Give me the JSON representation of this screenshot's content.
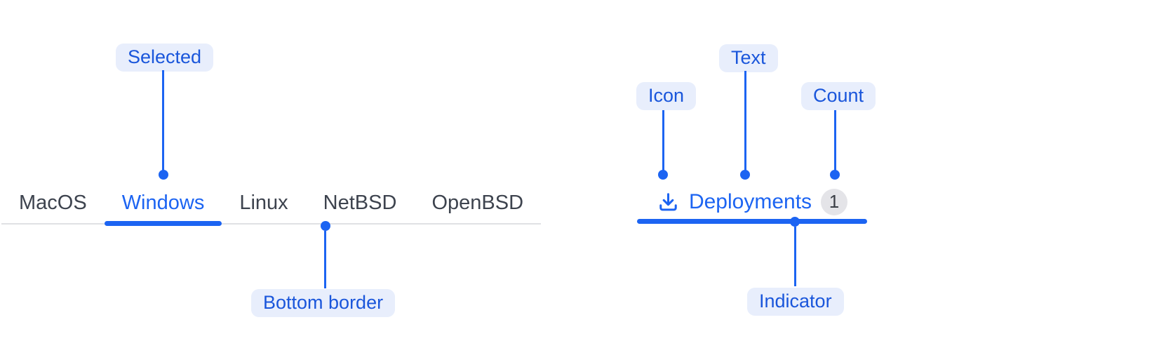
{
  "colors": {
    "accent_blue": "#1c64f2",
    "annotation_text_blue": "#1a56db",
    "annotation_pill_bg": "#e8eefc",
    "inactive_tab_text": "#3d434e",
    "tabbar_border_gray": "#e0e1e4",
    "count_badge_bg": "#e4e4e8",
    "count_badge_text": "#3b3f46"
  },
  "tabs_example": {
    "annotations": {
      "selected": "Selected",
      "bottom_border": "Bottom border"
    },
    "items": [
      {
        "label": "MacOS",
        "selected": false
      },
      {
        "label": "Windows",
        "selected": true
      },
      {
        "label": "Linux",
        "selected": false
      },
      {
        "label": "NetBSD",
        "selected": false
      },
      {
        "label": "OpenBSD",
        "selected": false
      }
    ]
  },
  "tab_anatomy": {
    "annotations": {
      "icon": "Icon",
      "text": "Text",
      "count": "Count",
      "indicator": "Indicator"
    },
    "tab": {
      "icon": "download-icon",
      "label": "Deployments",
      "count": "1"
    }
  }
}
